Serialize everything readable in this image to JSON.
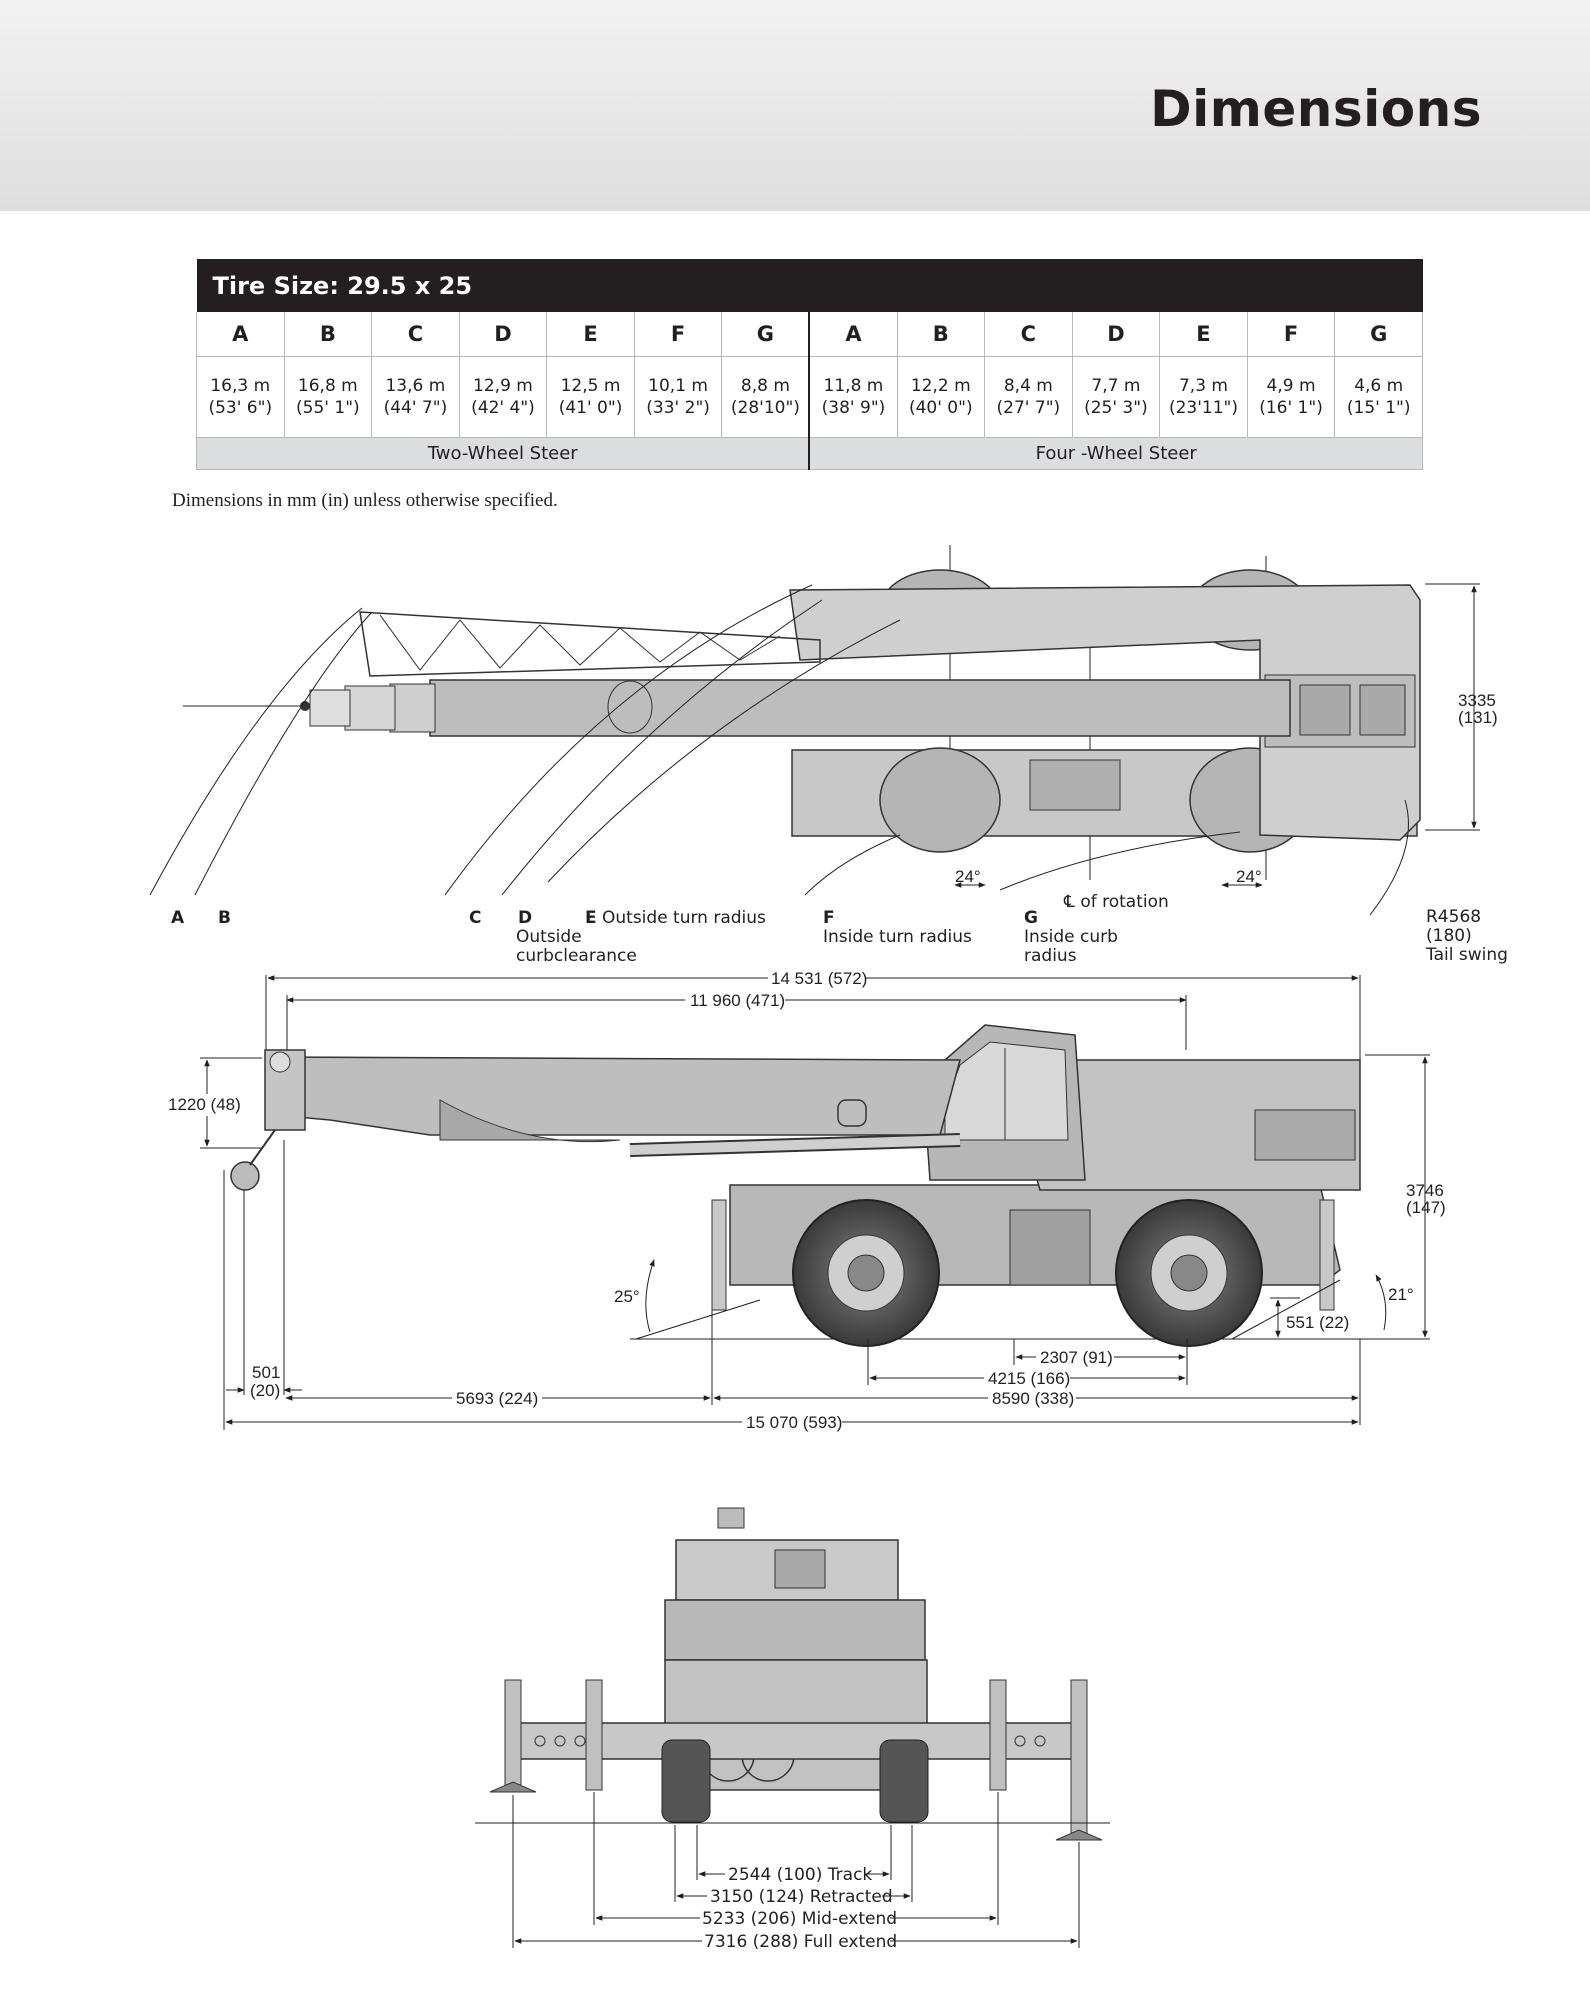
{
  "page": {
    "title": "Dimensions"
  },
  "tire_table": {
    "title": "Tire Size: 29.5 x 25",
    "letters": [
      "A",
      "B",
      "C",
      "D",
      "E",
      "F",
      "G"
    ],
    "two_wheel": [
      {
        "m": "16,3 m",
        "ft": "(53' 6\")"
      },
      {
        "m": "16,8 m",
        "ft": "(55' 1\")"
      },
      {
        "m": "13,6 m",
        "ft": "(44' 7\")"
      },
      {
        "m": "12,9 m",
        "ft": "(42' 4\")"
      },
      {
        "m": "12,5 m",
        "ft": "(41' 0\")"
      },
      {
        "m": "10,1 m",
        "ft": "(33' 2\")"
      },
      {
        "m": "8,8 m",
        "ft": "(28'10\")"
      }
    ],
    "four_wheel": [
      {
        "m": "11,8 m",
        "ft": "(38' 9\")"
      },
      {
        "m": "12,2 m",
        "ft": "(40' 0\")"
      },
      {
        "m": "8,4 m",
        "ft": "(27' 7\")"
      },
      {
        "m": "7,7 m",
        "ft": "(25' 3\")"
      },
      {
        "m": "7,3 m",
        "ft": "(23'11\")"
      },
      {
        "m": "4,9 m",
        "ft": "(16' 1\")"
      },
      {
        "m": "4,6 m",
        "ft": "(15' 1\")"
      }
    ],
    "two_wheel_label": "Two-Wheel Steer",
    "four_wheel_label": "Four -Wheel Steer"
  },
  "note": "Dimensions in mm (in) unless otherwise specified.",
  "top_view": {
    "letter_a": "A",
    "letter_b": "B",
    "letter_c": "C",
    "letter_d": "D",
    "letter_e": "E",
    "letter_f": "F",
    "letter_g": "G",
    "e_label": "Outside turn radius",
    "d_label_1": "Outside",
    "d_label_2": "curbclearance",
    "f_label": "Inside turn radius",
    "g_label_1": "Inside curb",
    "g_label_2": "radius",
    "rotation_label": "℄ of rotation",
    "angle_1": "24°",
    "angle_2": "24°",
    "width_mm": "3335",
    "width_in": "(131)",
    "tail_1": "R4568",
    "tail_2": "(180)",
    "tail_3": "Tail swing"
  },
  "side_view": {
    "overall": "14 531 (572)",
    "boom": "11 960 (471)",
    "head_height": "1220 (48)",
    "height_mm": "3746",
    "height_in": "(147)",
    "approach": "25°",
    "departure": "21°",
    "clearance": "551 (22)",
    "axle_center": "2307 (91)",
    "wheelbase": "4215 (166)",
    "outrigger_span": "8590 (338)",
    "hook_offset_1": "501",
    "hook_offset_2": "(20)",
    "front_overhang": "5693 (224)",
    "total_length": "15 070 (593)"
  },
  "front_view": {
    "track": "2544 (100) Track",
    "retracted": "3150 (124) Retracted",
    "mid": "5233 (206) Mid-extend",
    "full": "7316 (288) Full extend"
  }
}
